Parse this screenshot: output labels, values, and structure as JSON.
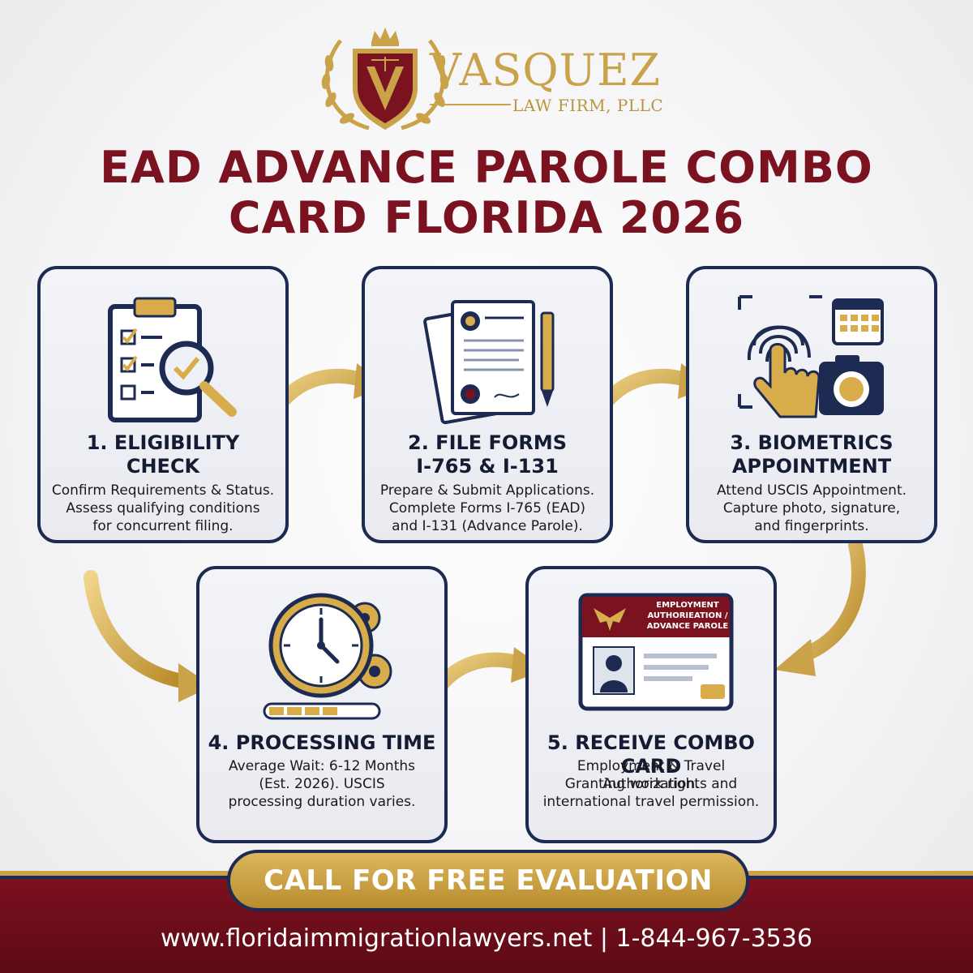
{
  "brand": {
    "name": "VASQUEZ",
    "subtitle": "LAW FIRM, PLLC"
  },
  "title": {
    "line1": "EAD ADVANCE PAROLE COMBO",
    "line2": "CARD FLORIDA 2026"
  },
  "steps": [
    {
      "heading_line1": "1. ELIGIBILITY",
      "heading_line2": "CHECK",
      "desc_lines": [
        "Confirm Requirements & Status.",
        "Assess qualifying conditions",
        "for concurrent filing."
      ],
      "icon": "clipboard-checklist-icon"
    },
    {
      "heading_line1": "2. FILE FORMS",
      "heading_line2": "I-765 & I-131",
      "desc_lines": [
        "Prepare & Submit Applications.",
        "Complete Forms I-765 (EAD)",
        "and I-131 (Advance Parole)."
      ],
      "icon": "documents-pen-icon"
    },
    {
      "heading_line1": "3. BIOMETRICS",
      "heading_line2": "APPOINTMENT",
      "desc_lines": [
        "Attend USCIS Appointment.",
        "Capture photo, signature,",
        "and fingerprints."
      ],
      "icon": "fingerprint-camera-calendar-icon"
    },
    {
      "heading_line1": "4. PROCESSING TIME",
      "desc_lines": [
        "Average Wait: 6-12 Months",
        "(Est. 2026). USCIS",
        "processing duration varies."
      ],
      "icon": "clock-gears-icon"
    },
    {
      "heading_line1": "5. RECEIVE COMBO CARD",
      "desc_lines": [
        "Employment & Travel Authorization.",
        "Granting work rights and",
        "international travel permission."
      ],
      "icon": "id-card-icon",
      "card_label_line1": "EMPLOYMENT",
      "card_label_line2": "AUTHORIEATION /",
      "card_label_line3": "ADVANCE PAROLE"
    }
  ],
  "cta": "CALL FOR FREE EVALUATION",
  "contact": "www.floridaimmigrationlawyers.net | 1-844-967-3536",
  "colors": {
    "maroon": "#7a1220",
    "navy": "#1d2b52",
    "gold": "#c9a24a"
  }
}
